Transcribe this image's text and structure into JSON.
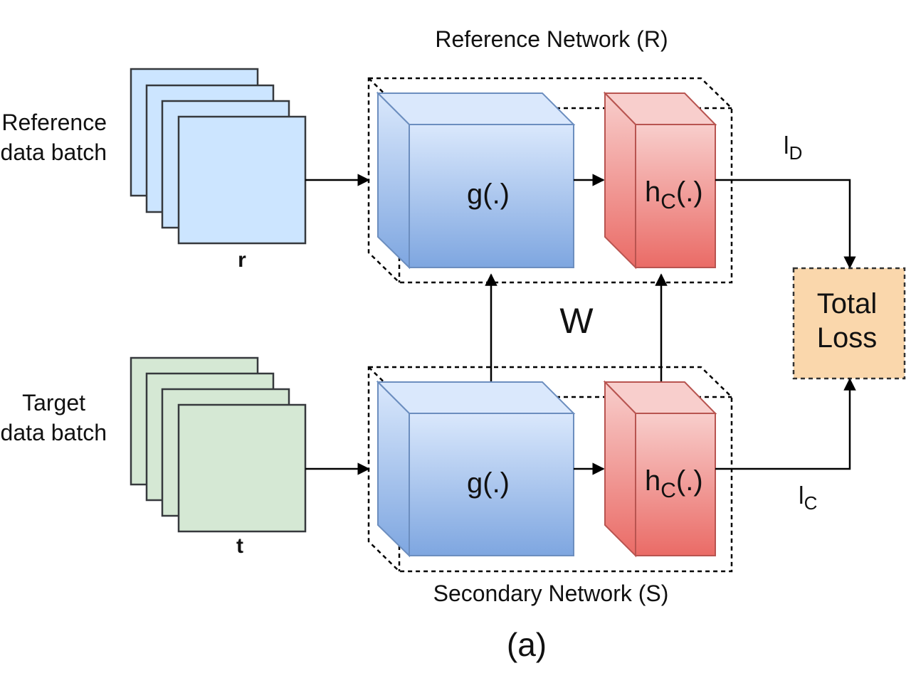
{
  "labels": {
    "reference_network": "Reference Network (R)",
    "secondary_network": "Secondary Network (S)",
    "reference_batch_line1": "Reference",
    "reference_batch_line2": "data batch",
    "target_batch_line1": "Target",
    "target_batch_line2": "data batch",
    "r": "r",
    "t": "t",
    "g_top": "g(.)",
    "g_bottom": "g(.)",
    "h_top_base": "h",
    "h_top_sub": "C",
    "h_top_rest": "(.)",
    "h_bottom_base": "h",
    "h_bottom_sub": "C",
    "h_bottom_rest": "(.)",
    "w": "W",
    "ld_base": "l",
    "ld_sub": "D",
    "lc_base": "l",
    "lc_sub": "C",
    "total_loss_line1": "Total",
    "total_loss_line2": "Loss",
    "caption": "(a)"
  },
  "colors": {
    "ref_batch_fill": "#cce5ff",
    "target_batch_fill": "#d5e8d4",
    "g_block_top": "#dae8fc",
    "g_block_bottom": "#7ea6e0",
    "h_block_top": "#f8cecc",
    "h_block_bottom": "#ea6b66",
    "total_loss_fill": "#fad7ac"
  }
}
